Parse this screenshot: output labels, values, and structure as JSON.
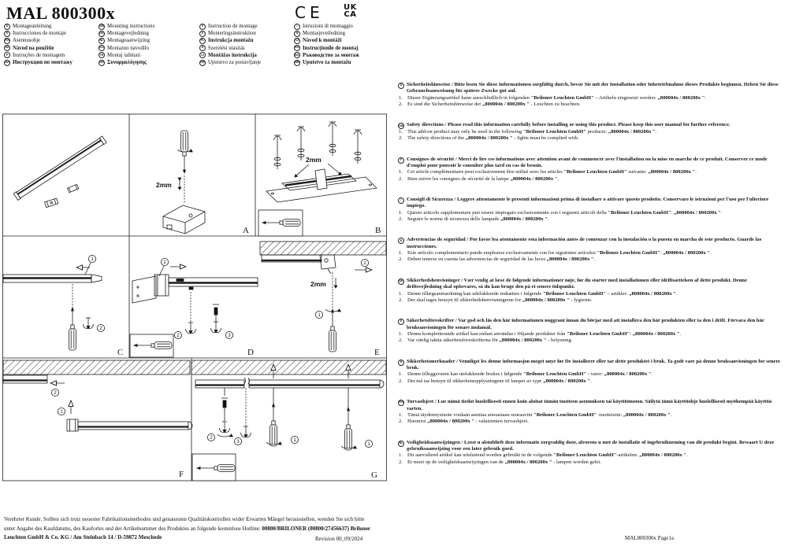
{
  "title": "MAL 800300x",
  "marks": {
    "ce": "CE",
    "uk": "UK",
    "ca": "CA"
  },
  "language_grid": {
    "columns": [
      {
        "items": [
          {
            "code": "D",
            "label": "Montageanleitung",
            "bold": false
          },
          {
            "code": "E",
            "label": "Instrucciones de montaje",
            "bold": false
          },
          {
            "code": "FIN",
            "label": "Asennusohje",
            "bold": false
          },
          {
            "code": "SK",
            "label": "Návod na použitie",
            "bold": true
          },
          {
            "code": "P",
            "label": "Instruções de montagem",
            "bold": false
          },
          {
            "code": "RUS",
            "label": "Инструкция по монтажу",
            "bold": true
          }
        ]
      },
      {
        "items": [
          {
            "code": "GB",
            "label": "Mounting instructions",
            "bold": false
          },
          {
            "code": "DK",
            "label": "Montagevejledning",
            "bold": false
          },
          {
            "code": "NL",
            "label": "Montageaanwijzing",
            "bold": false
          },
          {
            "code": "SLO",
            "label": "Montazno navodilo",
            "bold": false
          },
          {
            "code": "TR",
            "label": "Montaj talimati",
            "bold": false
          },
          {
            "code": "GR",
            "label": "Συναρμολόγησης",
            "bold": true
          }
        ]
      },
      {
        "items": [
          {
            "code": "F",
            "label": "Instruction de montage",
            "bold": false
          },
          {
            "code": "S",
            "label": "Monteringsinstruktion",
            "bold": false
          },
          {
            "code": "PL",
            "label": "Instrukcja montażu",
            "bold": true
          },
          {
            "code": "H",
            "label": "Szerelési utasítás",
            "bold": false
          },
          {
            "code": "LV",
            "label": "Montāžas instrukcija",
            "bold": true
          },
          {
            "code": "HR",
            "label": "Uputstvo za postavljanje",
            "bold": false
          }
        ]
      },
      {
        "items": [
          {
            "code": "I",
            "label": "Istruzioni di montaggio",
            "bold": false
          },
          {
            "code": "N",
            "label": "Montasjeveiledning",
            "bold": false
          },
          {
            "code": "CZ",
            "label": "Návod k montáži",
            "bold": true
          },
          {
            "code": "RO",
            "label": "Instrucțiunile de montaj",
            "bold": true
          },
          {
            "code": "BG",
            "label": "Ръководство за монтаж",
            "bold": true
          },
          {
            "code": "SRB",
            "label": "Uputstvo za montažu",
            "bold": true
          }
        ]
      }
    ]
  },
  "diagram": {
    "labels": {
      "a": "A",
      "b": "B",
      "c": "C",
      "d": "D",
      "e": "E",
      "f": "F",
      "g": "G",
      "mm2": "2mm",
      "n1": "1",
      "n2": "2",
      "n3": "3"
    }
  },
  "safety_blocks": [
    {
      "code": "D",
      "title": "Sicherheitshinweise / Bitte lesen Sie diese Informationen sorgfältig durch, bevor Sie mit der Installation oder Inbetriebnahme dieses Produkts beginnen. Heben Sie diese Gebrauchsanweisung für spätere Zwecke gut auf.",
      "items": [
        [
          {
            "t": "Dieser Ergänzungsartikel kann ausschließlich in folgenden "
          },
          {
            "t": "\"Briloner Leuchten GmbH\"",
            "b": true
          },
          {
            "t": " – Artikeln eingesetzt werden: "
          },
          {
            "t": "„800004x / 800200x \"",
            "b": true
          },
          {
            "t": "."
          }
        ],
        [
          {
            "t": "Es sind die Sicherheitshinweise der "
          },
          {
            "t": "„800004x / 800200x \"",
            "b": true
          },
          {
            "t": " - Leuchten zu beachten."
          }
        ]
      ]
    },
    {
      "code": "GB",
      "title": "Safety directions / Please read this information carefully before installing or using this product. Please keep this user manual for further reference.",
      "items": [
        [
          {
            "t": "This add-on product may only be used in the following "
          },
          {
            "t": "\"Briloner Leuchten GmbH\"",
            "b": true
          },
          {
            "t": " products: "
          },
          {
            "t": "„800004x / 800200x \"",
            "b": true
          },
          {
            "t": "."
          }
        ],
        [
          {
            "t": "The safety directions of the "
          },
          {
            "t": "„800004x / 800200x \"",
            "b": true
          },
          {
            "t": " - lights must be complied with."
          }
        ]
      ]
    },
    {
      "code": "F",
      "title": "Consignes de sécurité / Merci de lire ces informations avec attention avant de commencer avec l'installation ou la mise en marche de ce produit. Conserver ce mode d'emploi pour pouvoir le consulter plus tard en cas de besoin.",
      "items": [
        [
          {
            "t": "Cet article complémentaire peut exclusivement être utilisé avec les articles "
          },
          {
            "t": "\"Briloner Leuchten GmbH\"",
            "b": true
          },
          {
            "t": " suivants: "
          },
          {
            "t": "„800004x / 800200x \"",
            "b": true
          },
          {
            "t": "."
          }
        ],
        [
          {
            "t": "Bien suivre les consignes de sécurité de la lampe "
          },
          {
            "t": "„800004x / 800200x \"",
            "b": true
          },
          {
            "t": "."
          }
        ]
      ]
    },
    {
      "code": "I",
      "title": "Consigli di Sicurezza / Leggere attentamente le presenti informazioni prima di installare o attivare questo prodotto. Conservare le istruzioni per l'uso per l'ulteriore impiego.",
      "items": [
        [
          {
            "t": "Questo articolo supplementare può essere impiegato esclusivamente con i seguenti articoli della "
          },
          {
            "t": "\"Briloner Leuchten GmbH\"",
            "b": true
          },
          {
            "t": ": "
          },
          {
            "t": "„800004x / 800200x \"",
            "b": true
          },
          {
            "t": "."
          }
        ],
        [
          {
            "t": "Seguire le norme di sicurezza delle lampade "
          },
          {
            "t": "„800004x / 800200x \"",
            "b": true
          },
          {
            "t": "."
          }
        ]
      ]
    },
    {
      "code": "E",
      "title": "Advertencias de seguridad / Por favor lea atentamente esta información antes de comenzar con la instalación o la puesta en marcha de este producto. Guarde las instrucciones.",
      "items": [
        [
          {
            "t": "Este artículo complementario puede emplearse exclusivamente con los siguientes artículos "
          },
          {
            "t": "\"Briloner Leuchten GmbH\"",
            "b": true
          },
          {
            "t": ": "
          },
          {
            "t": "„800004x / 800200x \"",
            "b": true
          },
          {
            "t": "."
          }
        ],
        [
          {
            "t": "Deben tenerse en cuenta las advertencias de seguridad de las luces "
          },
          {
            "t": "„800004x / 800200x \"",
            "b": true
          },
          {
            "t": "."
          }
        ]
      ]
    },
    {
      "code": "DK",
      "title": "Sikkerhedshenvisninger / Vær venlig at læse de følgende informationer nøje, før du starter med installationen eller idriftsættelsen af dette produkt. Denne driftsvejledning skal opbevares, så du kan bruge den på et senere tidspunkt.",
      "items": [
        [
          {
            "t": "Denne tillægsanmærkning kan udelukkende indsættes i følgende "
          },
          {
            "t": "\"Briloner Leuchten GmbH\"",
            "b": true
          },
          {
            "t": " – artikler: "
          },
          {
            "t": "„800004x / 800200x \"",
            "b": true
          },
          {
            "t": "."
          }
        ],
        [
          {
            "t": "Der skal tages hensyn til sikkerhedshenvisningerne for "
          },
          {
            "t": "„800004x / 800200x \"",
            "b": true
          },
          {
            "t": " - lygterne."
          }
        ]
      ]
    },
    {
      "code": "S",
      "title": "Säkerhetsföreskrifter / Var god och läs den här informationen noggrant innan du börjar med att installera den här produkten eller ta den i drift. Förvara den här bruksanvisningen för senare ändamål.",
      "items": [
        [
          {
            "t": "Denna kompletterande artikel kan endast användas i följande produkter från "
          },
          {
            "t": "\"Briloner Leuchten GmbH\"",
            "b": true
          },
          {
            "t": ": "
          },
          {
            "t": "„800004x / 800200x \"",
            "b": true
          },
          {
            "t": "."
          }
        ],
        [
          {
            "t": "Var vänlig iaktta säkerhetsföreskrifterna för "
          },
          {
            "t": "„800004x / 800200x \"",
            "b": true
          },
          {
            "t": " - belysning."
          }
        ]
      ]
    },
    {
      "code": "N",
      "title": "Sikkerhetsmerknader / Vennligst les denne informasjon meget nøye før De installerer eller tar dette produktet i bruk. Ta godt vare på denne bruksanvisningen for senere bruk.",
      "items": [
        [
          {
            "t": "Denne tilleggsvaren kan utelukkende brukes i følgende "
          },
          {
            "t": "\"Briloner Leuchten GmbH\"",
            "b": true
          },
          {
            "t": " - varer: "
          },
          {
            "t": "„800004x / 800200x \"",
            "b": true
          },
          {
            "t": "."
          }
        ],
        [
          {
            "t": "Det må tas hensyn til sikkerhetsopplysningene til lamper av type "
          },
          {
            "t": "„800004x / 800200x \"",
            "b": true
          },
          {
            "t": "."
          }
        ]
      ]
    },
    {
      "code": "FIN",
      "title": "Turvaohjeet / Lue nämä tiedot huolellisesti ennen kuin aloitat tämän tuotteen asennuksen tai käyttöönoton. Säilytä tämä käyttöohje huolellisesti myöhempää käyttöä varten.",
      "items": [
        [
          {
            "t": "Tämä täydennystuote voidaan asentaa ainoastaan seuraaviin "
          },
          {
            "t": "\"Briloner Leuchten GmbH\"",
            "b": true
          },
          {
            "t": " -tuotteisiin: "
          },
          {
            "t": "„800004x / 800200x \"",
            "b": true
          },
          {
            "t": "."
          }
        ],
        [
          {
            "t": "Huomioi "
          },
          {
            "t": "„800004x / 800200x \"",
            "b": true
          },
          {
            "t": " - valaisimien turvaohjeet."
          }
        ]
      ]
    },
    {
      "code": "NL",
      "title": "Veiligheidsaanwijzingen / Leest u alstublieft deze informatie zorgvuldig door, alvorens u met de installatie of ingebruikneming van dit produkt begint. Bewaart U deze gebruiksaanwijzing voor een later gebruik goed.",
      "items": [
        [
          {
            "t": "Dit aanvullend artikel kan uitsluitend worden gebruikt in de volgende "
          },
          {
            "t": "\"Briloner Leuchten GmbH\"",
            "b": true
          },
          {
            "t": "-artikelen: "
          },
          {
            "t": "„800004x / 800200x \"",
            "b": true
          },
          {
            "t": "."
          }
        ],
        [
          {
            "t": "Er moet op de veiligheidsaanwijzingen van de "
          },
          {
            "t": "„800004x / 800200x \"",
            "b": true
          },
          {
            "t": " - lampen worden gelet."
          }
        ]
      ]
    }
  ],
  "footer": {
    "segments": [
      {
        "t": "Verehrter Kunde. Sollten sich trotz neuester Fabrikationsmethoden und genauesten Qualitätskontrollen wider Erwarten Mängel herausstellen, wenden Sie sich bitte unter Angabe des Kaufdatums, des Kaufortes und der Artikelnummer des Produktes an folgende kostenlose Hotline: "
      },
      {
        "t": "00800/BRILONER (00800/27456637) Briloner Leuchten GmbH & Co. KG / Am Steinbach 14 / D-59872 Meschede",
        "b": true
      }
    ],
    "revision": "Revision 00_09/2024"
  },
  "page_ref": "MAL800300x Page1a"
}
